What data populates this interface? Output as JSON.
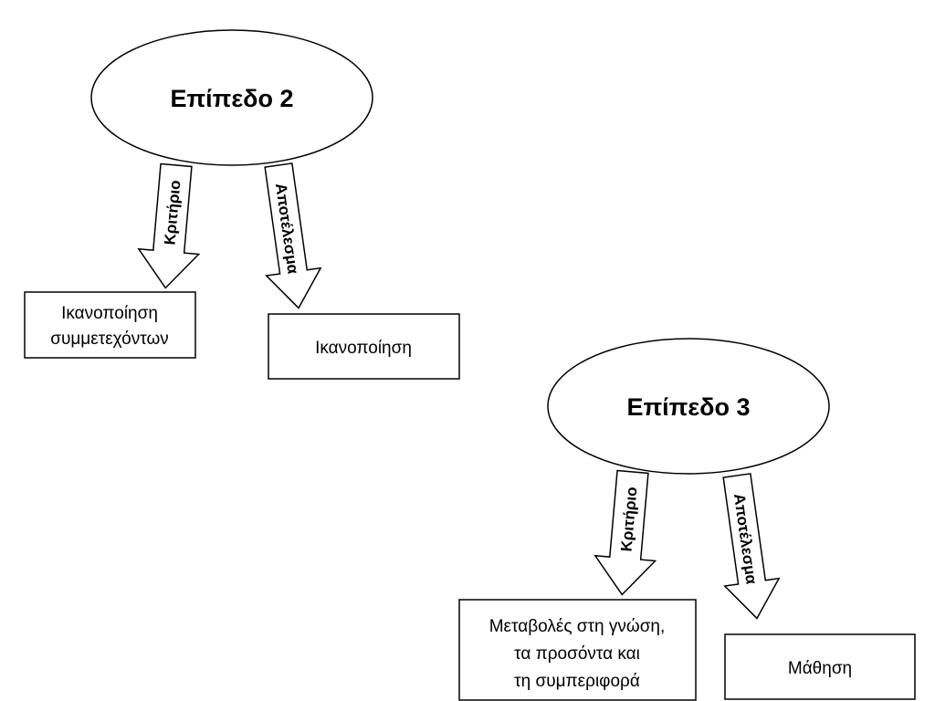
{
  "level2": {
    "title": "Επίπεδο 2",
    "arrow_left_label": "Κριτήριο",
    "arrow_right_label": "Αποτέλεσμα",
    "box_left_line1": "Ικανοποίηση",
    "box_left_line2": "συμμετεχόντων",
    "box_right": "Ικανοποίηση"
  },
  "level3": {
    "title": "Επίπεδο 3",
    "arrow_left_label": "Κριτήριο",
    "arrow_right_label": "Αποτέλεσμα",
    "box_left_line1": "Μεταβολές στη γνώση,",
    "box_left_line2": "τα προσόντα και",
    "box_left_line3": "τη συμπεριφορά",
    "box_right": "Μάθηση"
  }
}
